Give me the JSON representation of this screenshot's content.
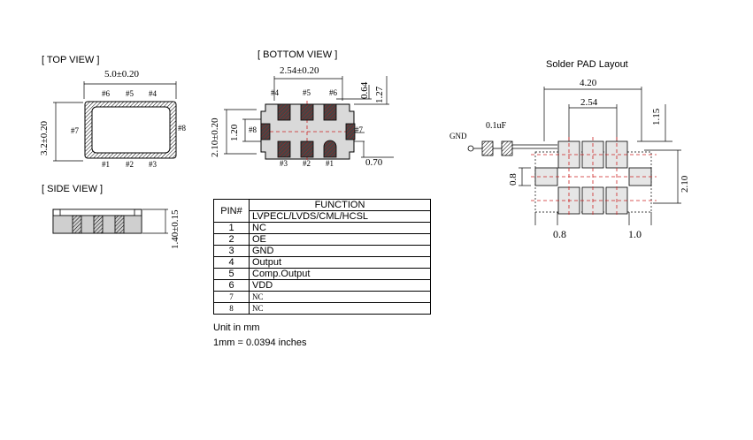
{
  "views": {
    "top": "[ TOP VIEW ]",
    "side": "[ SIDE VIEW ]",
    "bottom": "[ BOTTOM VIEW ]",
    "solder": "Solder PAD Layout"
  },
  "top_view": {
    "width_dim": "5.0±0.20",
    "height_dim": "3.2±0.20",
    "pins_top": [
      "#6",
      "#5",
      "#4"
    ],
    "pins_bottom": [
      "#1",
      "#2",
      "#3"
    ],
    "pin_left": "#7",
    "pin_right": "#8"
  },
  "side_view": {
    "height_dim": "1.40±0.15"
  },
  "bottom_view": {
    "pitch_dim": "2.54±0.20",
    "height_dim": "2.10±0.20",
    "inner_dim": "1.20",
    "pad_dim_a": "0.64",
    "pad_dim_b": "1.27",
    "pad_dim_c": "0.70",
    "pins_top": [
      "#4",
      "#5",
      "#6"
    ],
    "pins_bottom": [
      "#3",
      "#2",
      "#1"
    ],
    "pin_left": "#8",
    "pin_right": "#7"
  },
  "solder": {
    "dim_total": "4.20",
    "dim_pitch": "2.54",
    "dim_height": "1.15",
    "dim_span": "2.10",
    "dim_pad_h": "0.8",
    "dim_pad_w": "0.8",
    "dim_pad_w2": "1.0",
    "cap_label": "0.1uF",
    "gnd_label": "GND"
  },
  "pin_table": {
    "header_pin": "PIN#",
    "header_function": "FUNCTION",
    "header_sub": "LVPECL/LVDS/CML/HCSL",
    "rows": [
      {
        "pin": "1",
        "function": "NC"
      },
      {
        "pin": "2",
        "function": "OE"
      },
      {
        "pin": "3",
        "function": "GND"
      },
      {
        "pin": "4",
        "function": "Output"
      },
      {
        "pin": "5",
        "function": "Comp.Output"
      },
      {
        "pin": "6",
        "function": "VDD"
      },
      {
        "pin": "7",
        "function": "NC"
      },
      {
        "pin": "8",
        "function": "NC"
      }
    ]
  },
  "notes": {
    "unit": "Unit in mm",
    "conversion": "1mm = 0.0394 inches"
  }
}
